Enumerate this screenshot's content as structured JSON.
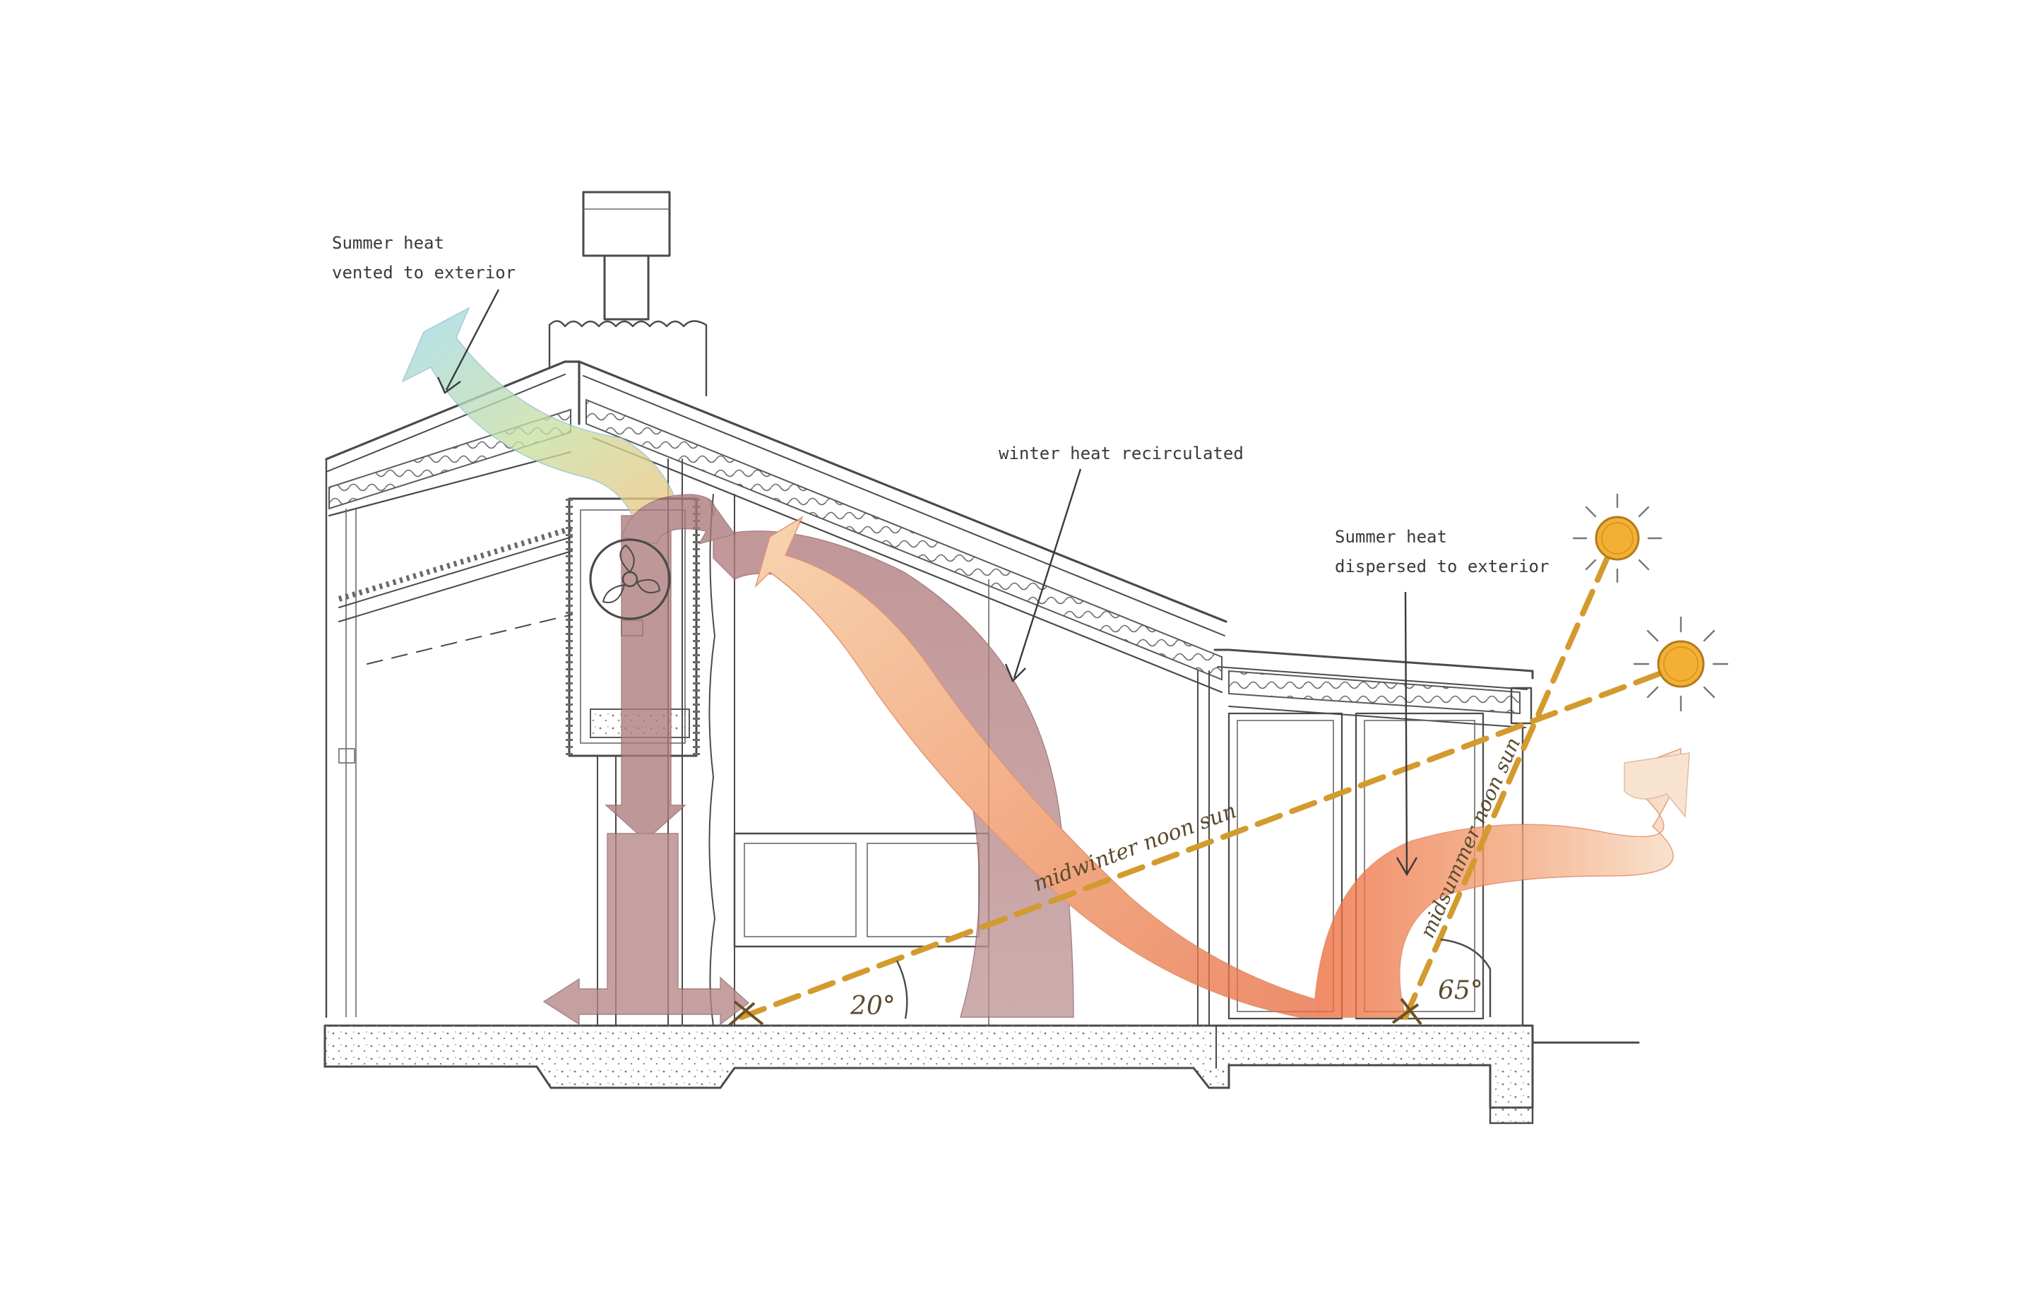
{
  "annotations": {
    "summer_vent_1": "Summer heat",
    "summer_vent_2": "vented to exterior",
    "winter_recirc": "winter heat recirculated",
    "summer_disp_1": "Summer heat",
    "summer_disp_2": "dispersed to exterior"
  },
  "sun_paths": {
    "midwinter_label": "midwinter noon sun",
    "midsummer_label": "midsummer noon sun",
    "midwinter_angle": "20°",
    "midsummer_angle": "65°"
  },
  "colors": {
    "vent_flow": "#a8dbe6",
    "warm_flow": "#e98a5a",
    "recirc_flow": "#9e6a6c",
    "hot_flow": "#ee6a3c",
    "sun": "#f2b134",
    "sun_ray": "#d39a2e"
  },
  "icons": [
    "sun-icon",
    "fan-icon"
  ]
}
